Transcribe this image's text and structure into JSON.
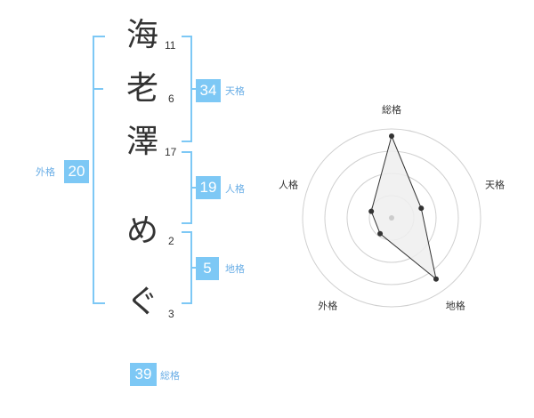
{
  "name": {
    "chars": [
      {
        "char": "海",
        "strokes": "11"
      },
      {
        "char": "老",
        "strokes": "6"
      },
      {
        "char": "澤",
        "strokes": "17"
      },
      {
        "char": "め",
        "strokes": "2"
      },
      {
        "char": "ぐ",
        "strokes": "3"
      }
    ]
  },
  "kakusu": {
    "tenkaku": {
      "value": "34",
      "label": "天格"
    },
    "jinkaku": {
      "value": "19",
      "label": "人格"
    },
    "chikaku": {
      "value": "5",
      "label": "地格"
    },
    "gaikaku": {
      "value": "20",
      "label": "外格"
    },
    "soukaku": {
      "value": "39",
      "label": "総格"
    }
  },
  "colors": {
    "accent": "#7dc8f5",
    "label": "#6aaee6"
  },
  "chart_data": {
    "type": "radar",
    "axes": [
      "総格",
      "天格",
      "地格",
      "外格",
      "人格"
    ],
    "values": [
      0.92,
      0.35,
      0.85,
      0.22,
      0.24
    ],
    "range": [
      0,
      1
    ],
    "rings": 4
  }
}
